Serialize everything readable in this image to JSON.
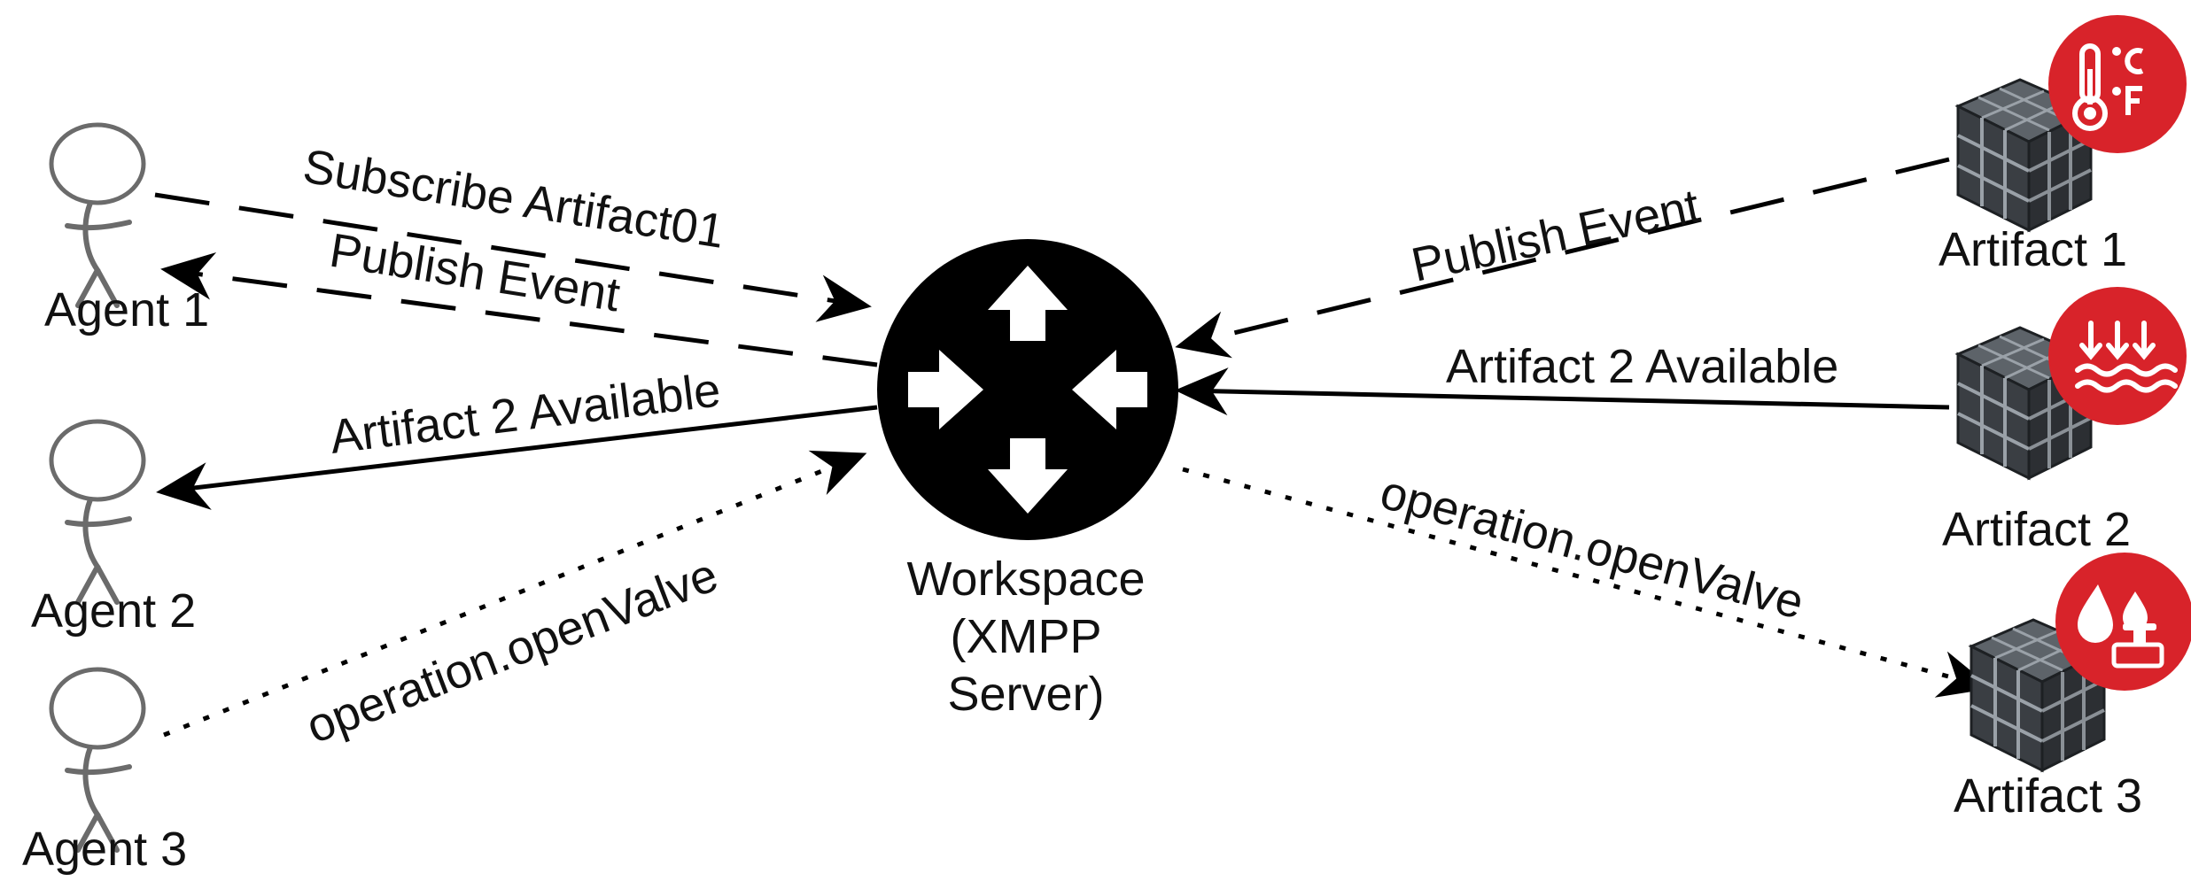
{
  "hub": {
    "name": "Workspace (XMPP Server)",
    "label_lines": [
      "Workspace",
      "(XMPP",
      "Server)"
    ],
    "icon": "router-arrows-icon"
  },
  "agents": [
    {
      "id": "agent1",
      "label": "Agent 1",
      "icon": "stick-figure-icon"
    },
    {
      "id": "agent2",
      "label": "Agent 2",
      "icon": "stick-figure-icon"
    },
    {
      "id": "agent3",
      "label": "Agent 3",
      "icon": "stick-figure-icon"
    }
  ],
  "artifacts": [
    {
      "id": "artifact1",
      "label": "Artifact 1",
      "icon": "cube-icon",
      "badge_icon": "thermometer-celsius-fahrenheit-icon"
    },
    {
      "id": "artifact2",
      "label": "Artifact 2",
      "icon": "cube-icon",
      "badge_icon": "water-level-icon"
    },
    {
      "id": "artifact3",
      "label": "Artifact 3",
      "icon": "cube-icon",
      "badge_icon": "water-drops-valve-icon"
    }
  ],
  "edges": [
    {
      "id": "e1",
      "from": "agent1",
      "to": "workspace",
      "label": "Subscribe Artifact01",
      "style": "dashed"
    },
    {
      "id": "e2",
      "from": "workspace",
      "to": "agent1",
      "label": "Publish Event",
      "style": "dashed"
    },
    {
      "id": "e3",
      "from": "workspace",
      "to": "agent2",
      "label": "Artifact 2 Available",
      "style": "solid"
    },
    {
      "id": "e4",
      "from": "agent3",
      "to": "workspace",
      "label": "operation.openValve",
      "style": "dotted"
    },
    {
      "id": "e5",
      "from": "artifact1",
      "to": "workspace",
      "label": "Publish Event",
      "style": "dashed"
    },
    {
      "id": "e6",
      "from": "artifact2",
      "to": "workspace",
      "label": "Artifact 2 Available",
      "style": "solid"
    },
    {
      "id": "e7",
      "from": "workspace",
      "to": "artifact3",
      "label": "operation.openValve",
      "style": "dotted"
    }
  ],
  "colors": {
    "badge": "#d8232a",
    "line": "#000000",
    "figure": "#6b6b6b",
    "cube_dark": "#2c2f33",
    "cube_light": "#8a9096"
  }
}
